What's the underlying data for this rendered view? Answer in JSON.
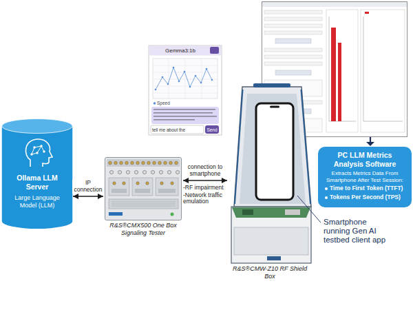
{
  "diagram": {
    "nodes": [
      {
        "text": [
          "Ollama LLM Server",
          "Large Language Model (LLM)"
        ]
      },
      {
        "text": [
          "R&S®CMX500 One Box Signaling Tester"
        ]
      },
      {
        "text": [
          "R&S®CMW-Z10 RF Shield Box"
        ]
      },
      {
        "text": [
          "PC LLM Metrics Analysis Software",
          "Extracts Metrics Data From Smartphone After Test Session:",
          "Time to First Token (TTFT)",
          "Tokens Per Second (TPS)"
        ]
      }
    ],
    "edges": [
      {
        "from": 0,
        "to": 1,
        "arrow": "both",
        "label": "IP connection"
      },
      {
        "from": 1,
        "to": 2,
        "arrow": "both",
        "label": "connection to smartphone"
      }
    ],
    "labels": [
      "Gemma3:1b",
      "Speed",
      "tell me about the",
      "Send",
      "-RF impairment",
      "-Network traffic emulation",
      "Smartphone running Gen AI testbed client app"
    ]
  }
}
